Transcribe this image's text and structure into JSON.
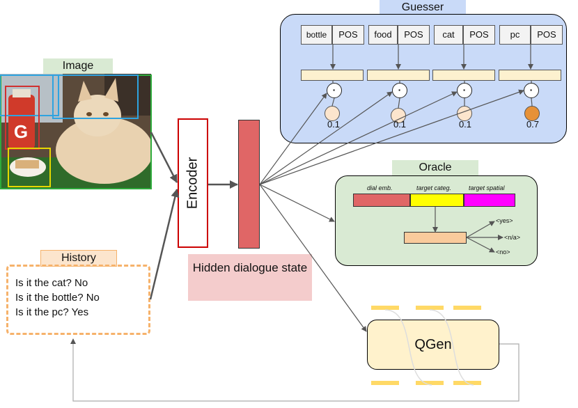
{
  "guesser": {
    "title": "Guesser",
    "objects": [
      {
        "name": "bottle",
        "pos": "POS",
        "prob": "0.1",
        "color": "#fce5cd"
      },
      {
        "name": "food",
        "pos": "POS",
        "prob": "0.1",
        "color": "#fce5cd"
      },
      {
        "name": "cat",
        "pos": "POS",
        "prob": "0.1",
        "color": "#fce5cd"
      },
      {
        "name": "pc",
        "pos": "POS",
        "prob": "0.7",
        "color": "#e69138"
      }
    ],
    "dot_symbol": "·"
  },
  "image": {
    "title": "Image"
  },
  "encoder": {
    "label": "Encoder"
  },
  "hidden_state": {
    "label": "Hidden dialogue state"
  },
  "oracle": {
    "title": "Oracle",
    "headers": [
      "dial emb.",
      "target categ.",
      "target spatial"
    ],
    "segment_colors": [
      "#e06666",
      "#ffff00",
      "#ff00ff"
    ],
    "answers": [
      "<yes>",
      "<n/a>",
      "<no>"
    ]
  },
  "history": {
    "title": "History",
    "lines": [
      "Is it the cat? No",
      "Is it the bottle? No",
      "Is it the pc? Yes"
    ]
  },
  "qgen": {
    "label": "QGen"
  }
}
